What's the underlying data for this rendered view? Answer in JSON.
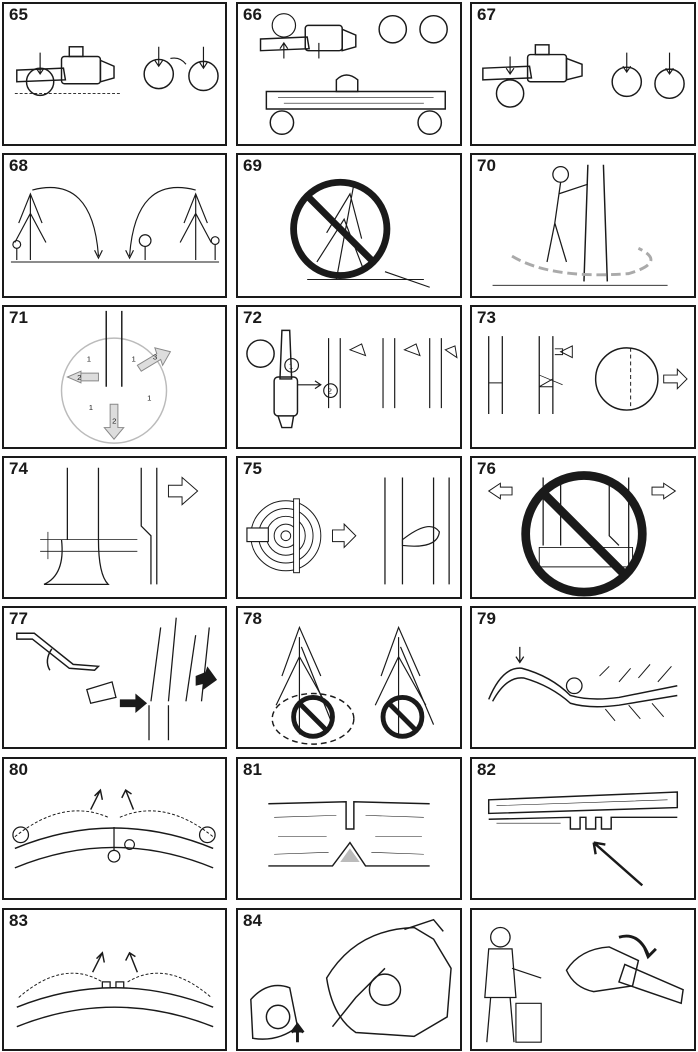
{
  "figures": [
    {
      "number": "65"
    },
    {
      "number": "66"
    },
    {
      "number": "67"
    },
    {
      "number": "68"
    },
    {
      "number": "69"
    },
    {
      "number": "70"
    },
    {
      "number": "71"
    },
    {
      "number": "72"
    },
    {
      "number": "73"
    },
    {
      "number": "74"
    },
    {
      "number": "75"
    },
    {
      "number": "76"
    },
    {
      "number": "77"
    },
    {
      "number": "78"
    },
    {
      "number": "79"
    },
    {
      "number": "80"
    },
    {
      "number": "81"
    },
    {
      "number": "82"
    },
    {
      "number": "83"
    },
    {
      "number": "84"
    },
    {
      "number": ""
    }
  ],
  "labels": {
    "fig71": {
      "zone_a": "1",
      "zone_b": "1",
      "zone_c": "1",
      "zone_d": "1",
      "arrow_left": "2",
      "arrow_down": "2",
      "arrow_right": "3"
    },
    "fig72": {
      "step_one": "1",
      "step_two": "2"
    }
  },
  "icons": [
    "chainsaw-icon",
    "log-icon",
    "tree-icon",
    "prohibition-icon",
    "arrow-icon",
    "felling-wedge-icon",
    "breaking-bar-icon",
    "person-icon"
  ],
  "colors": {
    "line": "#1a1a1a",
    "prohibition": "#1a1a1a",
    "hatch": "#bbbbbb"
  }
}
